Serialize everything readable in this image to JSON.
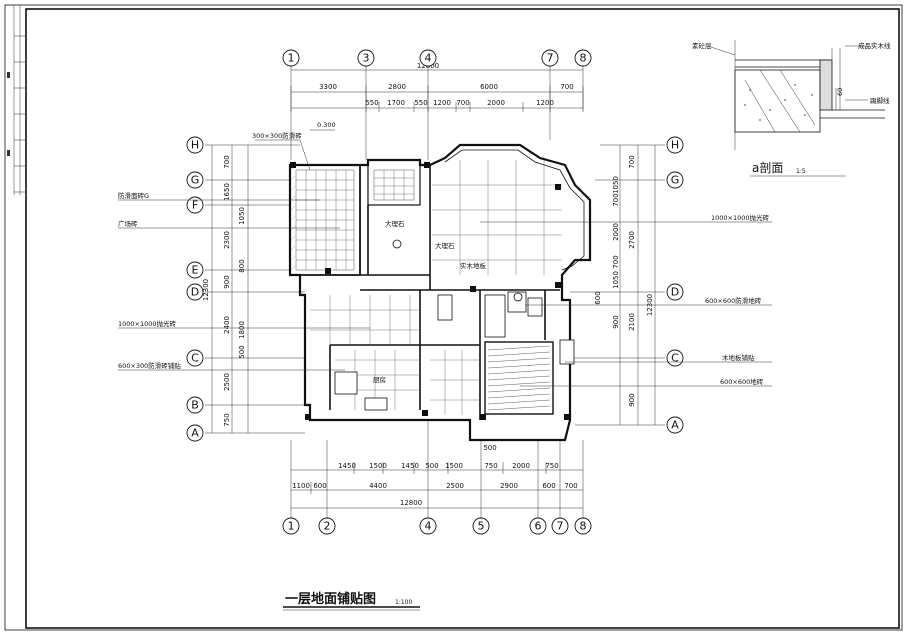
{
  "drawing": {
    "title": "一层地面铺贴图",
    "scale": "1:100"
  },
  "section": {
    "title": "a剖面",
    "scale": "1:5",
    "labels": [
      "素砼层",
      "成品实木线",
      "踢脚线"
    ],
    "dim": "60"
  },
  "axes_top": [
    "1",
    "3",
    "4",
    "7",
    "8"
  ],
  "axes_bottom": [
    "1",
    "2",
    "4",
    "5",
    "6",
    "7",
    "8"
  ],
  "axes_left": [
    "H",
    "G",
    "F",
    "E",
    "D",
    "C",
    "B",
    "A"
  ],
  "axes_right": [
    "H",
    "G",
    "D",
    "C",
    "A"
  ],
  "dims_top": {
    "total": "12800",
    "row1": [
      "3300",
      "2800",
      "6000",
      "700"
    ],
    "row2": [
      "550",
      "1700",
      "550",
      "1200",
      "700",
      "2000",
      "1200"
    ]
  },
  "dims_bottom": {
    "row1": [
      "1450",
      "1500",
      "1450",
      "500",
      "1500",
      "750",
      "2000",
      "750"
    ],
    "row2": [
      "1100",
      "600",
      "4400",
      "2500",
      "2900",
      "600",
      "700"
    ],
    "total": "12800",
    "small": "500"
  },
  "dims_left": {
    "total": "12300",
    "values": [
      "700",
      "1650",
      "1050",
      "2300",
      "800",
      "900",
      "2400",
      "1800",
      "500",
      "2500",
      "750"
    ]
  },
  "dims_right": {
    "total": "12300",
    "values": [
      "700",
      "1050",
      "700",
      "2000",
      "700",
      "1050",
      "2700",
      "600",
      "900",
      "2100",
      "900"
    ]
  },
  "annotations_left": {
    "a1": "300×300防滑砖",
    "a2": "防滑面砖G",
    "a3": "广场砖",
    "a4": "1000×1000抛光砖",
    "a5": "600×300防滑砖铺贴"
  },
  "annotations_right": {
    "r1": "1000×1000抛光砖",
    "r2": "600×600防滑地砖",
    "r3": "木地板铺贴",
    "r4": "600×600地砖"
  },
  "annotations_plan": {
    "p1": "大理石",
    "p2": "大理石",
    "p3": "实木地板",
    "p4": "厨房",
    "p5": "0.300"
  }
}
